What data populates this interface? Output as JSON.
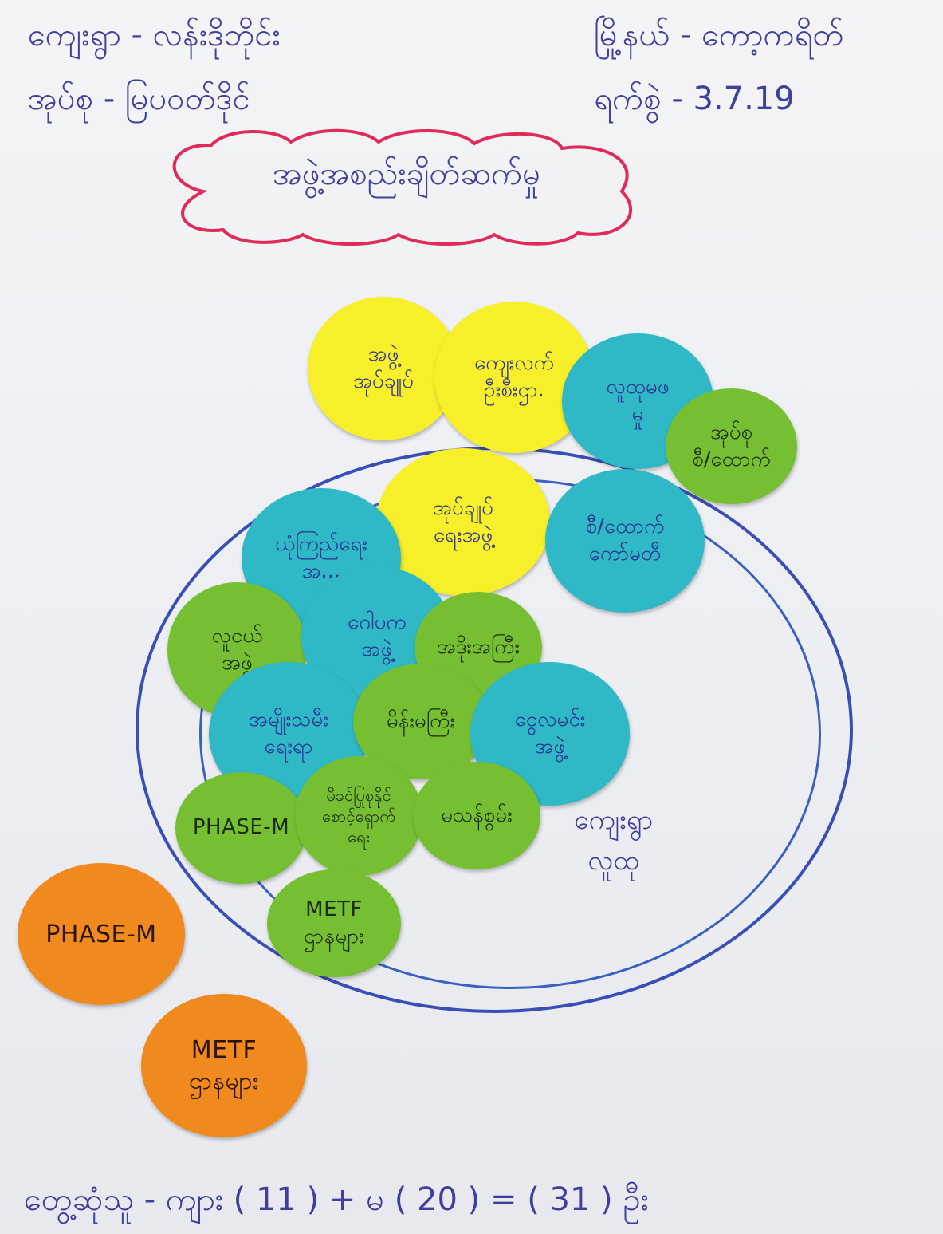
{
  "header": {
    "line1_left": "ကျေးရွာ - လန်းဒိုဘိုင်း",
    "line1_right": "မြို့နယ် - ကော့ကရိတ်",
    "line2_left": "အုပ်စု - မြပဝတ်ဒိုင်",
    "line2_right": "ရက်စွဲ - 3.7.19"
  },
  "title": "အဖွဲ့အစည်းချိတ်ဆက်မှု",
  "notes": [
    {
      "id": "n1",
      "color": "yellow",
      "label": "အဖွဲ့\nအုပ်ချုပ်"
    },
    {
      "id": "n2",
      "color": "yellow",
      "label": "ကျေးလက်\nဦးစီးဌာ."
    },
    {
      "id": "n3",
      "color": "cyan",
      "label": "လူထုမဖ\nမှု"
    },
    {
      "id": "n4",
      "color": "green",
      "label": "အုပ်စု\nစီ/ထောက်"
    },
    {
      "id": "n5",
      "color": "yellow",
      "label": "အုပ်ချုပ်\nရေးအဖွဲ့"
    },
    {
      "id": "n6",
      "color": "cyan",
      "label": "စီ/ထောက်\nကော်မတီ"
    },
    {
      "id": "n7",
      "color": "cyan",
      "label": "ယုံကြည်ရေး\nအ..."
    },
    {
      "id": "n8",
      "color": "green",
      "label": "လူငယ်\nအဖွဲ့"
    },
    {
      "id": "n9",
      "color": "cyan",
      "label": "ဂေါပက\nအဖွဲ့"
    },
    {
      "id": "n10",
      "color": "green",
      "label": "အဒိုးအကြီး"
    },
    {
      "id": "n11",
      "color": "cyan",
      "label": "အမျိုးသမီး\nရေးရာ"
    },
    {
      "id": "n12",
      "color": "green",
      "label": "မိန်းမကြီး"
    },
    {
      "id": "n13",
      "color": "cyan",
      "label": "ငွေလမင်း\nအဖွဲ့"
    },
    {
      "id": "n14",
      "color": "green",
      "label": "PHASE-M"
    },
    {
      "id": "n15",
      "color": "green",
      "label": "မိခင်ပြုစုနိုင်\nစောင့်ရှောက်\nရေး"
    },
    {
      "id": "n16",
      "color": "green",
      "label": "မသန်စွမ်း"
    },
    {
      "id": "n17",
      "color": "green",
      "label": "METF\nဌာနများ"
    },
    {
      "id": "n18",
      "color": "orange",
      "label": "PHASE-M"
    },
    {
      "id": "n19",
      "color": "orange",
      "label": "METF\nဌာနများ"
    }
  ],
  "circle_label": "ကျေးရွာ\nလူထု",
  "footer": "တွေ့ဆုံသူ - ကျား ( 11 ) + မ ( 20 ) = ( 31 ) ဦး"
}
